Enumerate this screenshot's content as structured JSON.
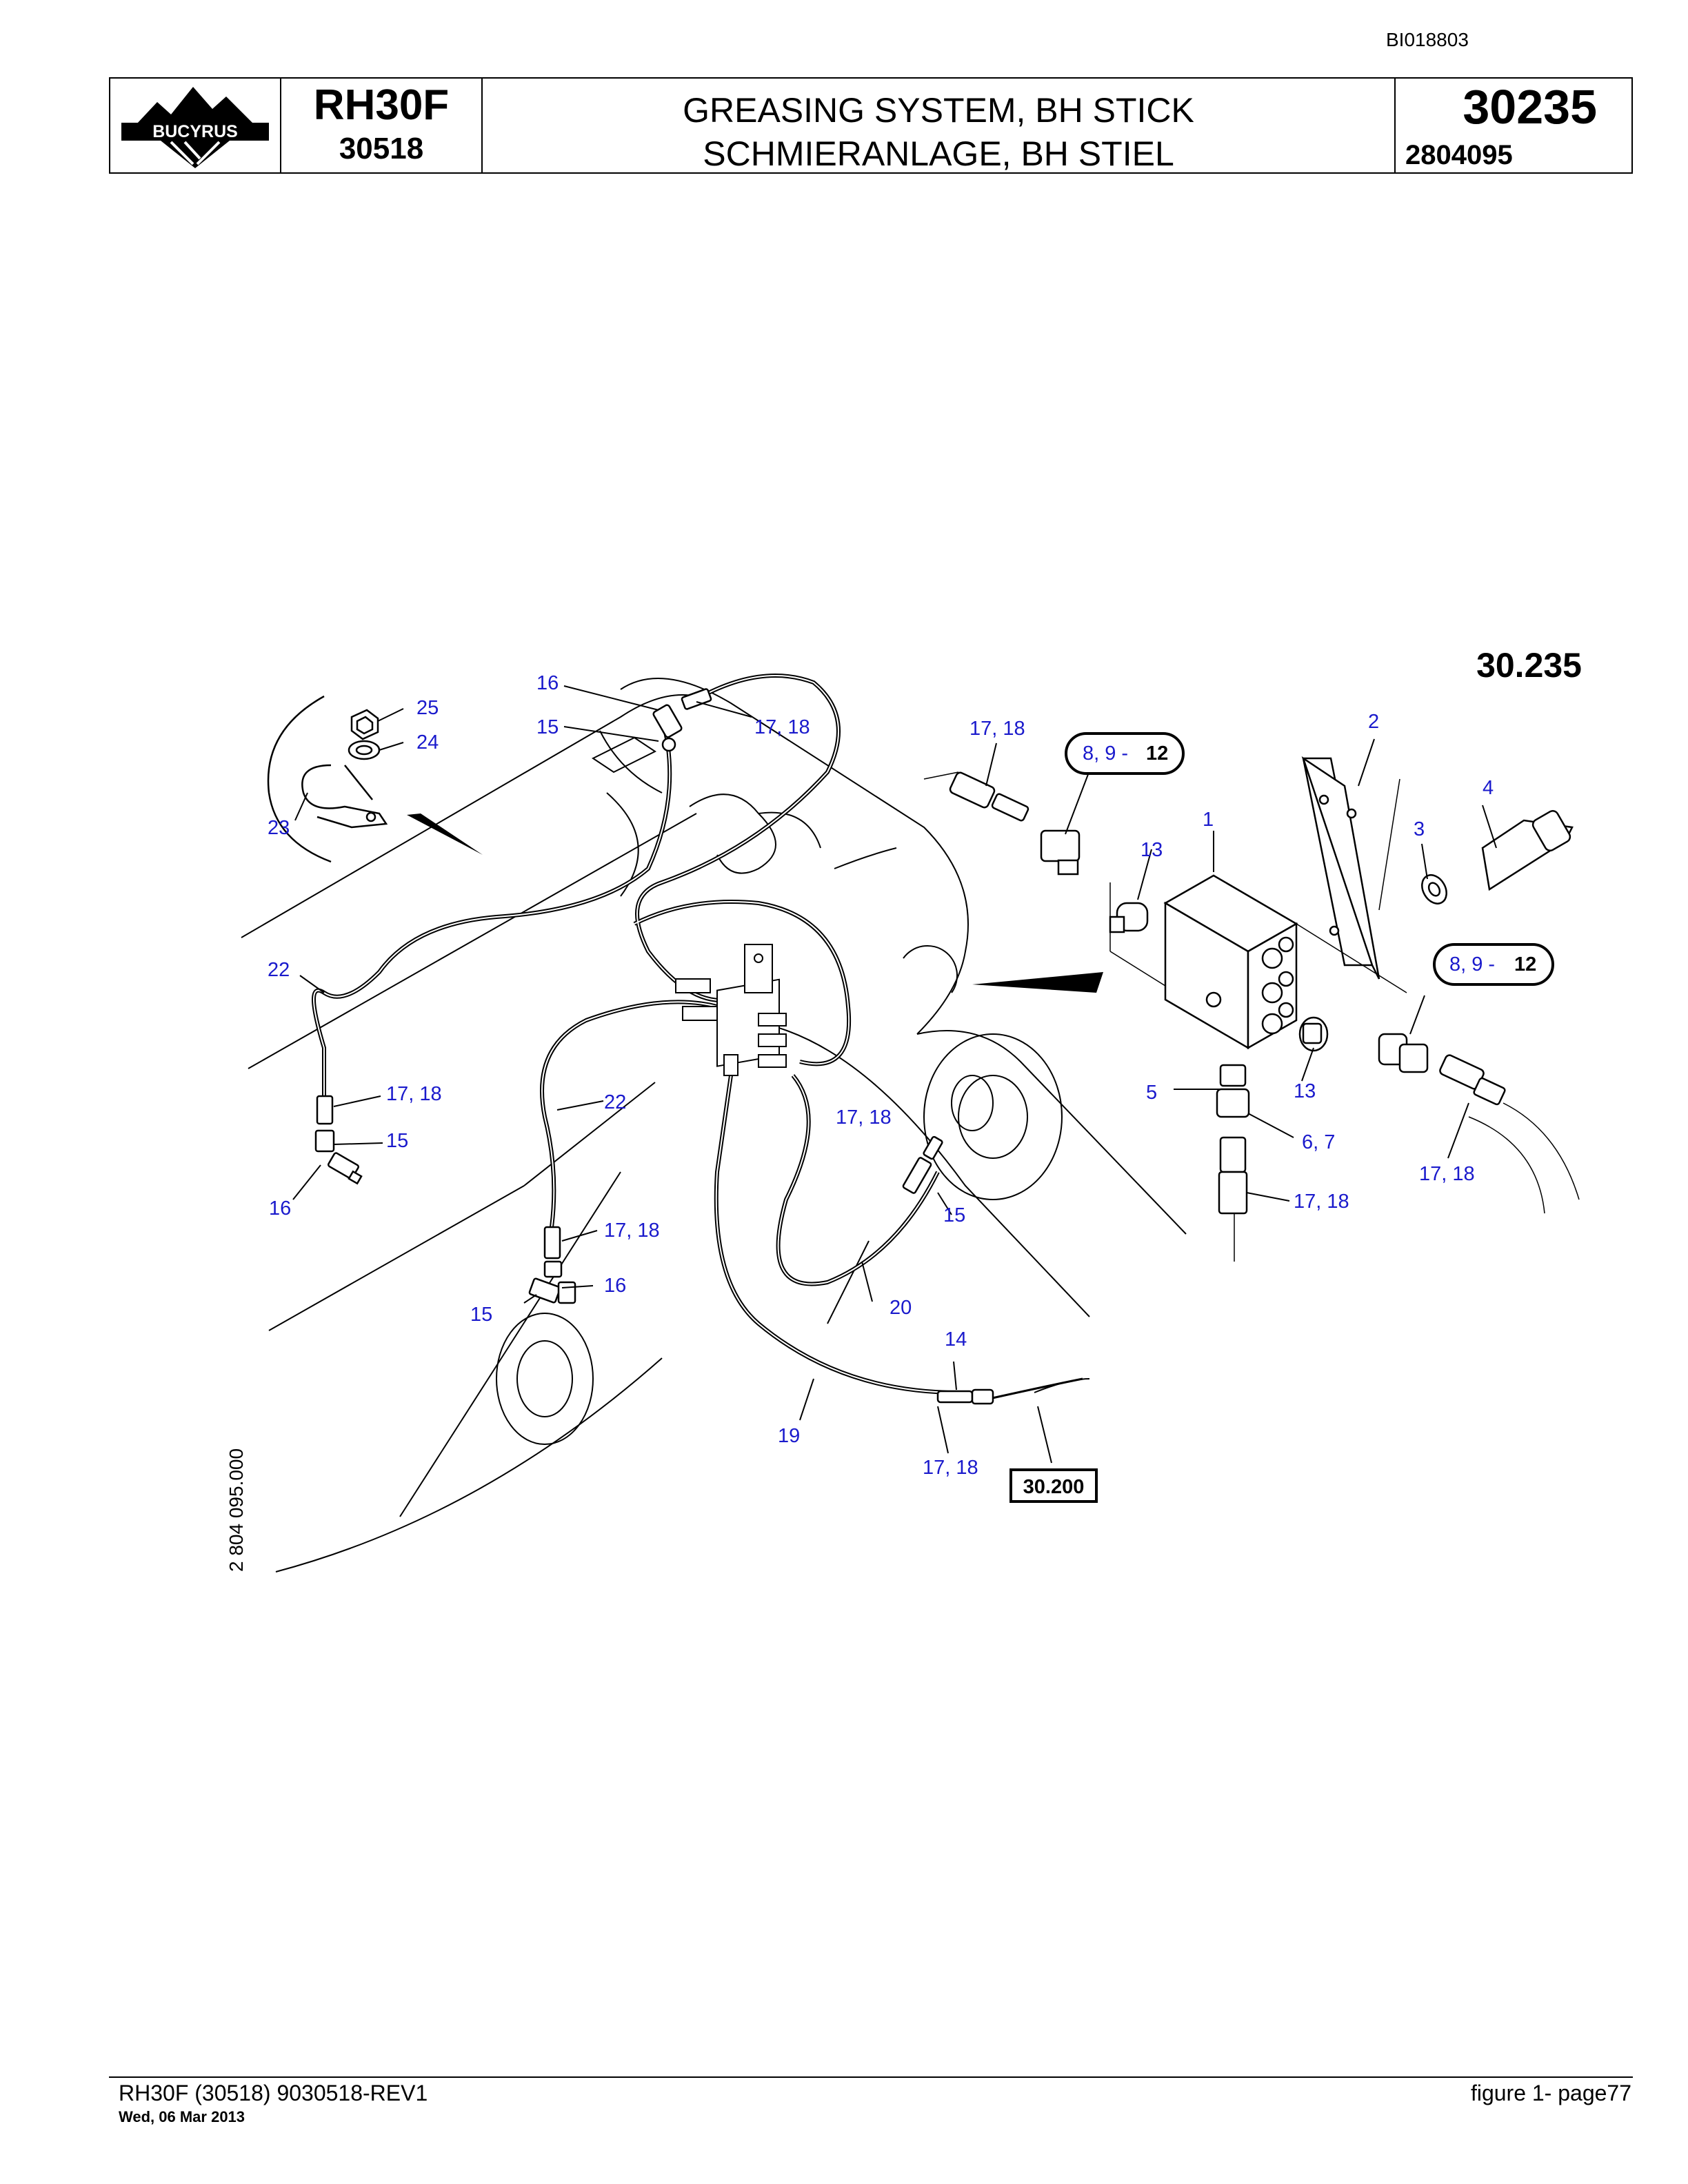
{
  "doc_id": "BI018803",
  "header": {
    "brand": "BUCYRUS",
    "model": "RH30F",
    "model_serial": "30518",
    "title_en": "GREASING SYSTEM, BH STICK",
    "title_de": "SCHMIERANLAGE, BH STIEL",
    "code": "30235",
    "code_sub": "2804095"
  },
  "drawing": {
    "ref_number": "30.235",
    "drawing_number": "2 804 095.000",
    "boxed_ref": "30.200",
    "callouts": {
      "c16_top": "16",
      "c15_top": "15",
      "c25": "25",
      "c24": "24",
      "c23": "23",
      "c1718_top": "17, 18",
      "c1718_tr": "17, 18",
      "c22_left": "22",
      "c1718_left": "17, 18",
      "c15_left": "15",
      "c16_left": "16",
      "c22_mid": "22",
      "c1718_mid": "17, 18",
      "c1718_low": "17, 18",
      "c16_low": "16",
      "c15_low": "15",
      "c15_mid": "15",
      "c20": "20",
      "c14": "14",
      "c19": "19",
      "c1718_bottom": "17, 18",
      "c13_top": "13",
      "c1": "1",
      "c2": "2",
      "c4": "4",
      "c3": "3",
      "c5": "5",
      "c13_low": "13",
      "c67": "6, 7",
      "c1718_valve": "17, 18",
      "c1718_right": "17, 18"
    },
    "oval_callouts": {
      "top_prefix": "8, 9 -",
      "top_bold": "12",
      "right_prefix": "8, 9 -",
      "right_bold": "12"
    }
  },
  "footer": {
    "left": "RH30F (30518) 9030518-REV1",
    "date": "Wed, 06 Mar 2013",
    "right": "figure 1- page77"
  }
}
